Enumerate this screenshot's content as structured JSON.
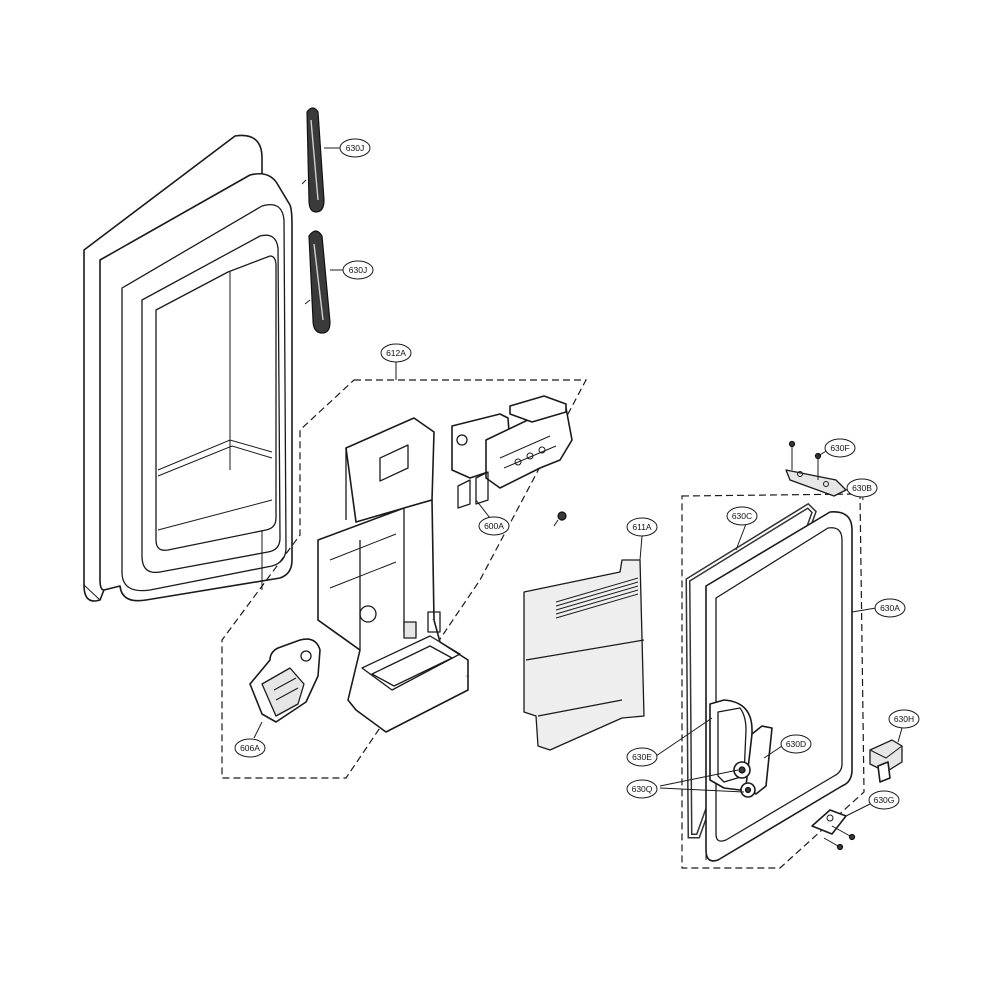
{
  "callouts": {
    "c630J_a": "630J",
    "c630J_b": "630J",
    "c612A": "612A",
    "c600A": "600A",
    "c606A": "606A",
    "c611A": "611A",
    "c630F": "630F",
    "c630B": "630B",
    "c630C": "630C",
    "c630A": "630A",
    "c630H": "630H",
    "c630D": "630D",
    "c630E": "630E",
    "c630Q": "630Q",
    "c630G": "630G"
  }
}
